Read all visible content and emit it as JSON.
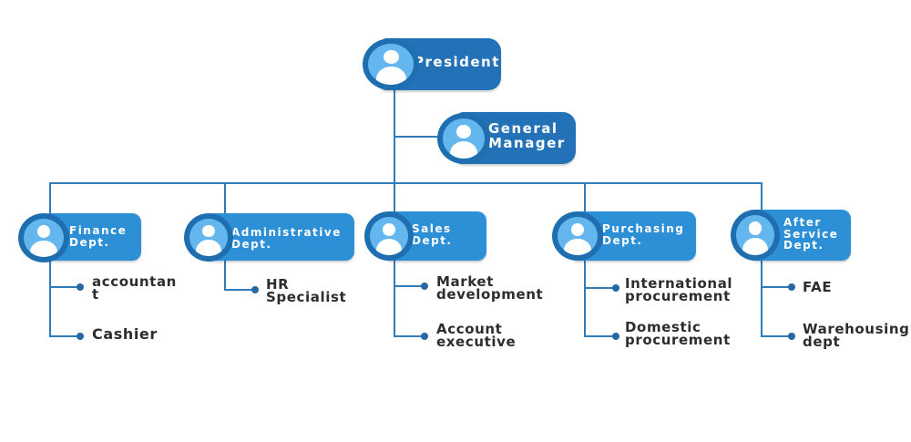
{
  "president": {
    "label": "President"
  },
  "general_manager": {
    "label": "General\nManager"
  },
  "departments": [
    {
      "label": "Finance\nDept.",
      "children": [
        "accountan\nt",
        "Cashier"
      ]
    },
    {
      "label": "Administrative\nDept.",
      "children": [
        "HR\nSpecialist"
      ]
    },
    {
      "label": "Sales\nDept.",
      "children": [
        "Market\ndevelopment",
        "Account\nexecutive"
      ]
    },
    {
      "label": "Purchasing\nDept.",
      "children": [
        "International\nprocurement",
        "Domestic\nprocurement"
      ]
    },
    {
      "label": "After\nService\nDept.",
      "children": [
        "FAE",
        "Warehousing\ndept"
      ]
    }
  ],
  "colors": {
    "node": "#2d8fd6",
    "top_node": "#2372b8",
    "line": "#2f7cb8",
    "avatar_ring": "#1f6fb0",
    "avatar_fill": "#63b7ee"
  }
}
